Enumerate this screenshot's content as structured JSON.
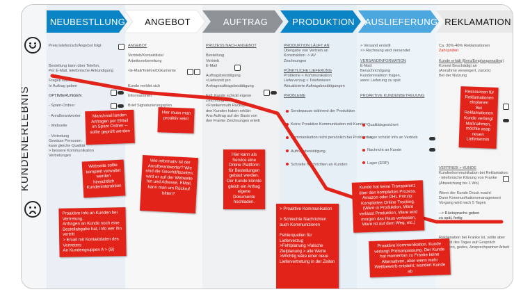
{
  "y_axis_label": "KUNDENERLEBNIS",
  "phases": [
    {
      "label": "NEUBESTLLUNG",
      "color": "#0b84c6",
      "text": "#ffffff"
    },
    {
      "label": "ANGEBOT",
      "color": "#ffffff",
      "text": "#111111"
    },
    {
      "label": "AUFTRAG",
      "color": "#8c9296",
      "text": "#ffffff"
    },
    {
      "label": "PRODUKTION",
      "color": "#0b84c6",
      "text": "#ffffff"
    },
    {
      "label": "AUSLIEFERUNG",
      "color": "#4da7df",
      "text": "#ffffff"
    },
    {
      "label": "REKLAMATION",
      "color": "#e8e8e8",
      "text": "#111111"
    }
  ],
  "columns": {
    "c1": [
      "Preis telefonisch/Angebot folgt",
      "",
      "",
      "",
      "Bestellung kann über Telefon,",
      "Per E-Mail, telefonische Ankündigung",
      "",
      "Fragen klären",
      "In Auftrag geben",
      "",
      "OPTIMIERUNGEN",
      "",
      "- Spam-Ordner",
      "",
      "- Anrufbeantworter",
      "",
      "- Webseite",
      "",
      "- Vertretung",
      "Gewisse Personen",
      "kann gleiche Qualität",
      "> bessere Kommunikation",
      "Vertretungen"
    ],
    "c2": [
      "ANGEBOT",
      "",
      "Vertrieb/Kontaktliste/",
      "Arbeitsvorbereitung",
      "",
      "<E-Mail/Telefon/Dokumente",
      "",
      "",
      "Kunde meldet sich",
      "",
      "Informationen",
      "",
      "Brief Signaturierungsplan"
    ],
    "c3": [
      "PROZESS NACH ANGEBOT",
      "",
      "Bestellung",
      "Vertrieb",
      "E-Mail",
      "",
      "Auftragsbestätigung",
      "<Lieferzeit pro",
      "Anfrageauftragsbestätigung",
      "",
      "Fall: Kunde schickt eigene",
      "Zeichnung mit",
      "<Frankenmuth Rückspracke",
      "den Kunden haben erklärt",
      "Ans Auftrag auf der Basis von",
      "den Franke Zeichnungen erteilt"
    ],
    "c4": [
      "PRODUKTION LÄUFT AN",
      "Übergabe von Vertrieb an",
      "Konstruktion -> AV",
      "Zeichnungen",
      "",
      "PÜNKTLICHE LIEFERUNG",
      "Probleme < Kommunikation",
      "Lieferverzug < Telefonieren",
      "Aktualisierte Auftragsbestätigungen",
      "",
      "PROBLEME"
    ],
    "c4_bullets": [
      "Sendepause während der Produktion",
      "Keine Proaktive Kommunikation mit Kunden",
      "Kommunikation nicht persönlich bei Problemen",
      "Auftragsbestätigung",
      "Schnelle Nachrichten an Kunden"
    ],
    "c5": [
      "> Versand erstellt",
      ">> Rechnung wird versendet",
      "",
      "VERSANDINFORMATION",
      "E-Mail:",
      "Benachrichtigung",
      "Kundenreaktion fragen,",
      "wenn Lieferung zu spät",
      "",
      "",
      "PROAKTIVE KUNDENBETREUUNG"
    ],
    "c5_bullets": [
      "Qualitätsgesichert",
      "Lager schickt Info an Vertrieb",
      "Nachricht an Kunde",
      "Lager (ERP)"
    ],
    "c6": [
      "Ca. 30%-40% Reklamationen",
      "Zahl prüfen",
      "",
      "Kunde erhält (Bera/Empfangsmailing)",
      "Kommt Beschädigt an",
      "(Annahme verweigert, zurück)",
      "Bei der Nutzung",
      "",
      "",
      "",
      "",
      "",
      "",
      "",
      "",
      "",
      "",
      "",
      "",
      "",
      "",
      "",
      "",
      "",
      "VERTRIEB > KUNDE",
      "Kundenkommunikation bei Reklamation:",
      "- telefonische Klärung von Franke",
      "(Abweichung bis 1 Wo)",
      "",
      "Wenn der Kunde Druck macht",
      "Dann Kommunikationsmanagement",
      "Vorgang wird nach 5 Tagen",
      "",
      "--> Rücksprache geben",
      "zu spät, fertig"
    ],
    "c6_tail": [
      "Reklamation bei Franke ist, sollte aber",
      "Die Zeit des Tages auf Gespräch",
      "an, wenn, gedes, Ansprechpartner Arbeit"
    ]
  },
  "notes": {
    "n1": "Manchmal landen Anfragen per EMail im Spam Ordner -- sollte geprüft werden",
    "n2": "Hier muss man proaktiv sein!",
    "n3": "Webseite sollte komplett verwaltet werden hinsichtlich Kundeninteraktion",
    "n4": "Wie informativ ist der Anrufbeantworter? Wie sind die Geschäftszeiten, wird er auf der Webseite hin und Adresse, EMail, kann man um Rückruf bitten?",
    "n5": "Hier kann als Service eine Online Plattform für Bestellungen gebaut werden. Der Kunde könnte gleich ein Anfrag eigene Dokumente hochladen.",
    "n6": "Proaktive Info an Kunden bei Vertretung.\nAnfragen an Kunde noch eine Bestellabgabe hat, Info wer ihn vertritt\n> Email mit Kontaktdaten des Vertreters\nAn Kundengruppen A > (B)",
    "n7": "> Proaktive Kommunikation\n\n> Schlechte Nachrichten auch Kommunizieren\n\nFehlerquellen für Lieferverzug\n>Fehlplanung >falsche Zielplanung > alle Werte >Wichtig wäre einer neue Liefervertretung in der Zeiten",
    "n8": "Kunde hat keine Transparenz über den kompletten Prozess. Amazon oder DHL Prinzip: Komplettes Online Tracking. (Ware in Produktion, Ware verlässt Produktion, Ware wird morgen das Haus verlassen, Ware ist auf dem Weg, etc.)",
    "n9": "Proaktive Kommunikation. Kunde verlangt Preisanpassung. Der Kunde hat momentan zu Franke keine Alternativen, aber wenn mehr Wettbewerb entsteht, wandert Kunde ab",
    "n10": "Ressourcen für Reklamationen einplanen\nBei Reklamationen Kunde verlangt Maßnahmen, möchte asap neuen Liefertermin"
  },
  "icons": [
    "smiley-happy",
    "smiley-sad",
    "phone",
    "mail"
  ]
}
